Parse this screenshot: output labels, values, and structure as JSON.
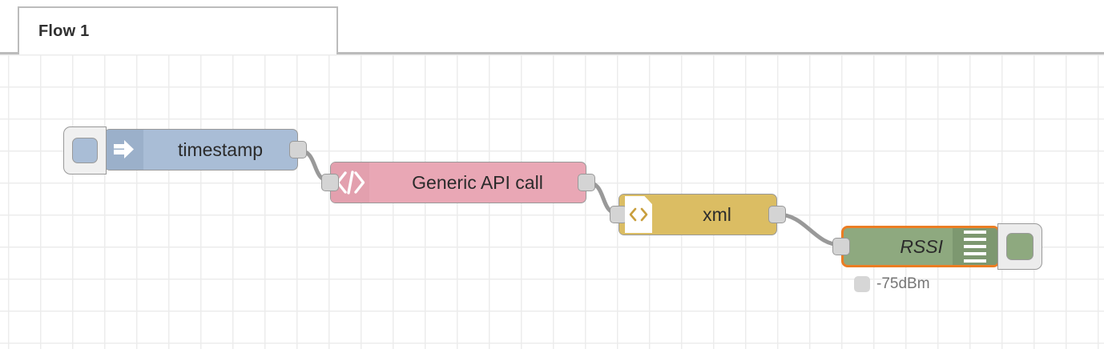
{
  "app": {
    "name": "node-red-flow-editor"
  },
  "tabs": [
    {
      "label": "Flow 1",
      "active": true
    }
  ],
  "canvas": {
    "grid_size": 40,
    "grid_color": "#ececec",
    "background": "#ffffff"
  },
  "nodes": [
    {
      "id": "inject",
      "type": "inject",
      "label": "timestamp",
      "icon": "arrow-right-icon",
      "color": "#a9bdd6",
      "icon_strip_color": "#9bb0ca",
      "has_inject_button": true,
      "inputs": 0,
      "outputs": 1
    },
    {
      "id": "api",
      "type": "function",
      "label": "Generic API call",
      "icon": "code-brackets-icon",
      "icon_text": "</>",
      "color": "#e9a7b5",
      "icon_strip_color": "#e3a0ae",
      "inputs": 1,
      "outputs": 1
    },
    {
      "id": "xml",
      "type": "xml",
      "label": "xml",
      "icon": "xml-page-icon",
      "icon_text": "<>",
      "color": "#dbbd63",
      "icon_strip_color": "#dbbd63",
      "inputs": 1,
      "outputs": 1
    },
    {
      "id": "debug",
      "type": "debug",
      "label": "RSSI",
      "icon": "debug-lines-icon",
      "color": "#8ea97f",
      "icon_strip_color": "#7d9870",
      "selected": true,
      "selection_color": "#eb7d23",
      "has_toggle_button": true,
      "inputs": 1,
      "outputs": 0,
      "status": {
        "text": "-75dBm",
        "shape": "dot",
        "color": "#d6d6d6"
      }
    }
  ],
  "wires": [
    {
      "from": "inject",
      "to": "api"
    },
    {
      "from": "api",
      "to": "xml"
    },
    {
      "from": "xml",
      "to": "debug"
    }
  ],
  "colors": {
    "wire": "#999999",
    "port": "#d4d4d4",
    "port_border": "#999999",
    "node_border": "#999999",
    "tab_border": "#bcbcbc",
    "tab_text": "#303030",
    "status_text": "#767676"
  }
}
